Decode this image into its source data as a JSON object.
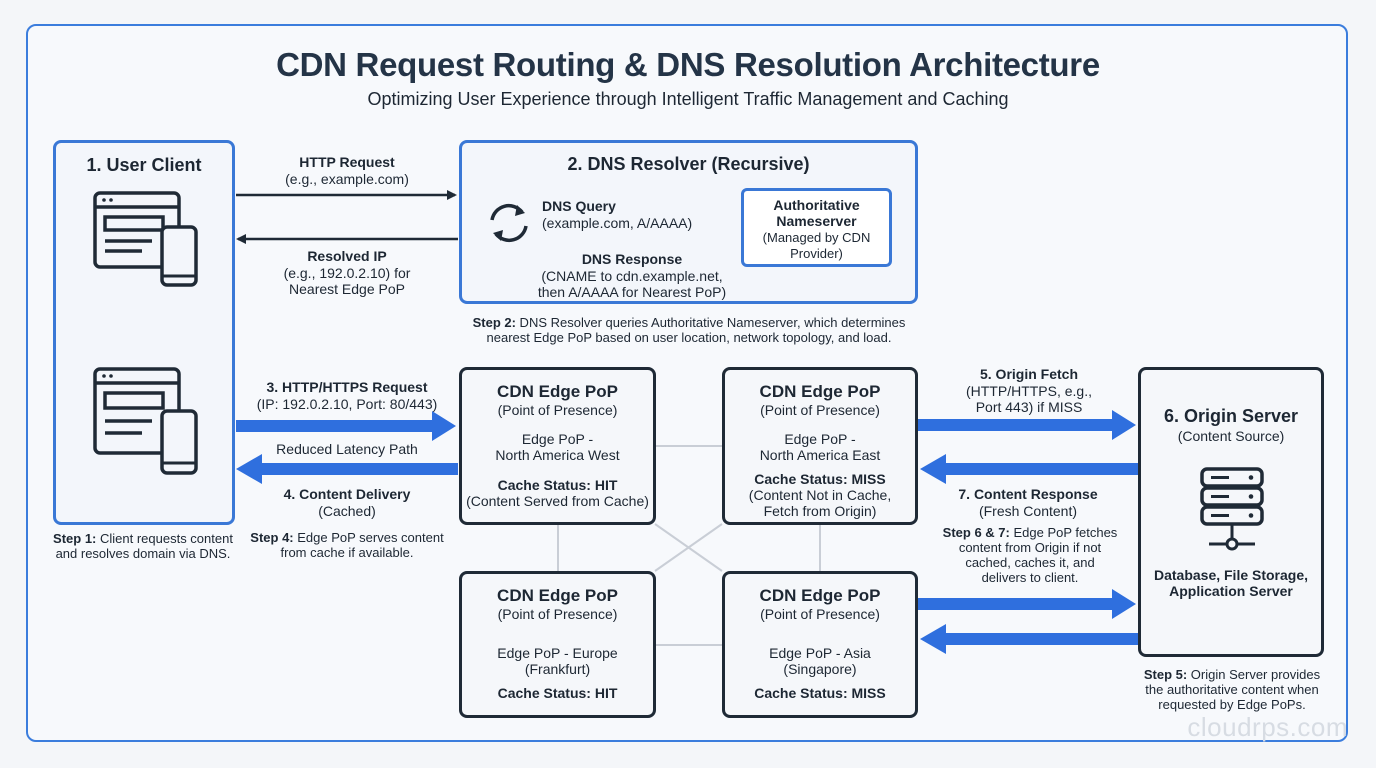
{
  "title": "CDN Request Routing & DNS Resolution Architecture",
  "subtitle": "Optimizing User Experience through Intelligent Traffic Management and Caching",
  "client": {
    "title": "1. User Client"
  },
  "dns": {
    "title": "2. DNS Resolver (Recursive)",
    "query_title": "DNS Query",
    "query_detail": "(example.com, A/AAAA)",
    "response_title": "DNS Response",
    "response_line1": "(CNAME to cdn.example.net,",
    "response_line2": "then A/AAAA for Nearest PoP)",
    "authoritative": {
      "title1": "Authoritative",
      "title2": "Nameserver",
      "detail1": "(Managed by CDN",
      "detail2": "Provider)"
    }
  },
  "arrows": {
    "http_request": {
      "title": "HTTP Request",
      "detail": "(e.g., example.com)"
    },
    "resolved_ip": {
      "title": "Resolved IP",
      "line1": "(e.g., 192.0.2.10) for",
      "line2": "Nearest Edge PoP"
    },
    "https_request": {
      "title": "3. HTTP/HTTPS Request",
      "detail": "(IP: 192.0.2.10, Port: 80/443)"
    },
    "reduced_latency": "Reduced Latency Path",
    "content_delivery": {
      "title": "4. Content Delivery",
      "detail": "(Cached)"
    },
    "origin_fetch": {
      "title": "5. Origin Fetch",
      "line1": "(HTTP/HTTPS, e.g.,",
      "line2": "Port 443) if MISS"
    },
    "content_response": {
      "title": "7. Content Response",
      "detail": "(Fresh Content)"
    }
  },
  "pops": [
    {
      "title": "CDN Edge PoP",
      "sub": "(Point of Presence)",
      "name1": "Edge PoP -",
      "name2": "North America West",
      "status": "Cache Status: HIT",
      "status_detail1": "(Content Served from Cache)",
      "status_detail2": ""
    },
    {
      "title": "CDN Edge PoP",
      "sub": "(Point of Presence)",
      "name1": "Edge PoP -",
      "name2": "North America East",
      "status": "Cache Status: MISS",
      "status_detail1": "(Content Not in Cache,",
      "status_detail2": "Fetch from Origin)"
    },
    {
      "title": "CDN Edge PoP",
      "sub": "(Point of Presence)",
      "name1": "Edge PoP - Europe",
      "name2": "(Frankfurt)",
      "status": "Cache Status: HIT"
    },
    {
      "title": "CDN Edge PoP",
      "sub": "(Point of Presence)",
      "name1": "Edge PoP - Asia",
      "name2": "(Singapore)",
      "status": "Cache Status: MISS"
    }
  ],
  "origin": {
    "title": "6. Origin Server",
    "sub": "(Content Source)",
    "detail1": "Database, File Storage,",
    "detail2": "Application Server"
  },
  "steps": {
    "step1": {
      "label": "Step 1:",
      "line1": " Client requests content",
      "line2": "and resolves domain via DNS."
    },
    "step2": {
      "label": "Step 2:",
      "line1": " DNS Resolver queries Authoritative Nameserver, which determines",
      "line2": "nearest Edge PoP based on user location, network topology, and load."
    },
    "step4": {
      "label": "Step 4:",
      "line1": " Edge PoP serves content",
      "line2": "from cache if available."
    },
    "step67": {
      "label": "Step 6 & 7:",
      "line1": " Edge PoP fetches",
      "line2": "content from Origin if not",
      "line3": "cached, caches it, and",
      "line4": "delivers to client."
    },
    "step5": {
      "label": "Step 5:",
      "line1": " Origin Server provides",
      "line2": "the authoritative content when",
      "line3": "requested by Edge PoPs."
    }
  },
  "watermark": "cloudrps.com",
  "colors": {
    "accent": "#3a78d6",
    "arrow_blue": "#2f6fde",
    "dark": "#1f2a36",
    "mesh": "#c9ced6"
  }
}
